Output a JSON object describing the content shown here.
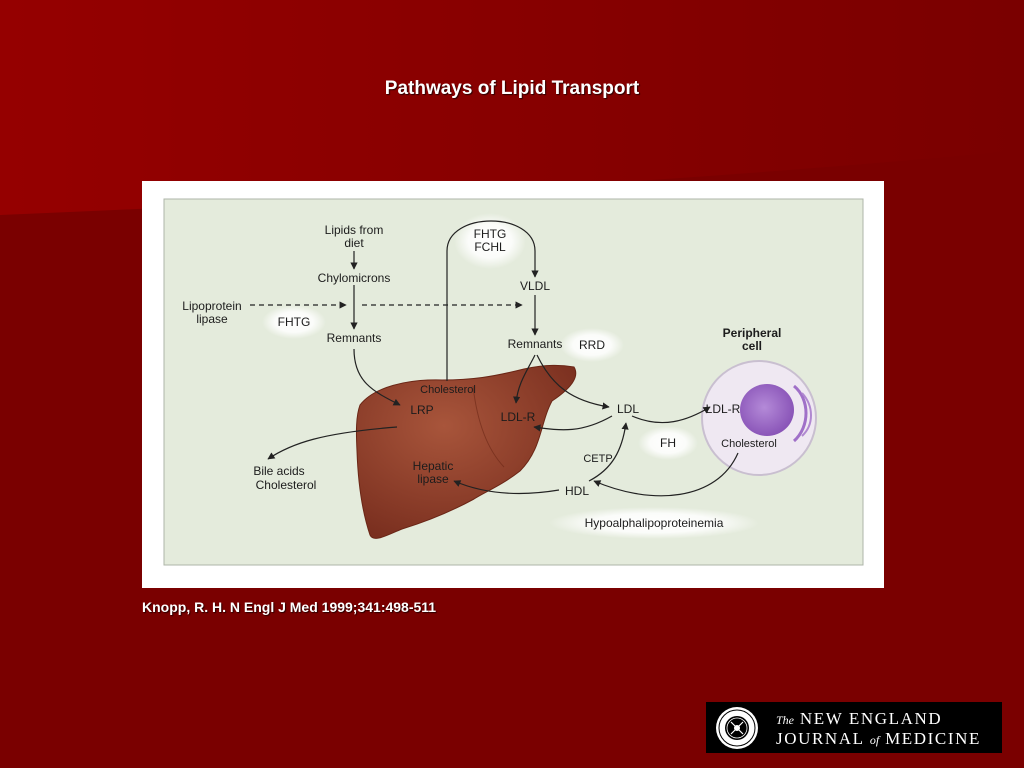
{
  "slide": {
    "title": "Pathways of Lipid Transport",
    "citation": "Knopp, R. H. N Engl J Med 1999;341:498-511"
  },
  "colors": {
    "background": "#7a0000",
    "panel": "#e4ebdc",
    "liver": "#8c3b28",
    "cell": "#efe8f2",
    "nucleus": "#a070c8"
  },
  "diagram": {
    "labels": {
      "lipids_from": "Lipids from",
      "diet": "diet",
      "chylomicrons": "Chylomicrons",
      "lipoprotein": "Lipoprotein",
      "lipase": "lipase",
      "fhtg_left": "FHTG",
      "remnants_left": "Remnants",
      "fhtg_top": "FHTG",
      "fchl": "FCHL",
      "vldl": "VLDL",
      "remnants_right": "Remnants",
      "rrd": "RRD",
      "peripheral": "Peripheral",
      "cell": "cell",
      "cholesterol_liver": "Cholesterol",
      "lrp": "LRP",
      "ldl_r_liver": "LDL-R",
      "ldl": "LDL",
      "ldl_r_cell": "LDL-R",
      "fh": "FH",
      "cholesterol_cell": "Cholesterol",
      "bile_acids": "Bile acids",
      "cholesterol_bile": "Cholesterol",
      "hepatic": "Hepatic",
      "hep_lipase": "lipase",
      "cetp": "CETP",
      "hdl": "HDL",
      "hypoalpha": "Hypoalphalipoproteinemia"
    }
  },
  "logo": {
    "the": "The",
    "new_england": "NEW ENGLAND",
    "journal": "JOURNAL",
    "of": "of",
    "medicine": "MEDICINE"
  }
}
